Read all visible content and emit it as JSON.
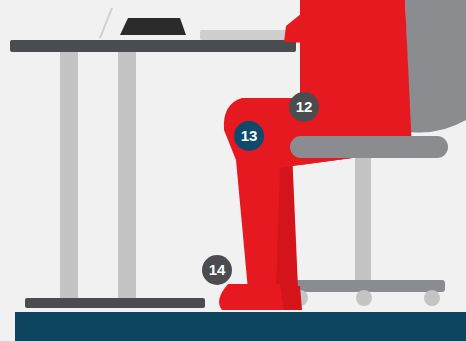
{
  "diagram": {
    "labels": [
      "12",
      "13",
      "14"
    ]
  }
}
